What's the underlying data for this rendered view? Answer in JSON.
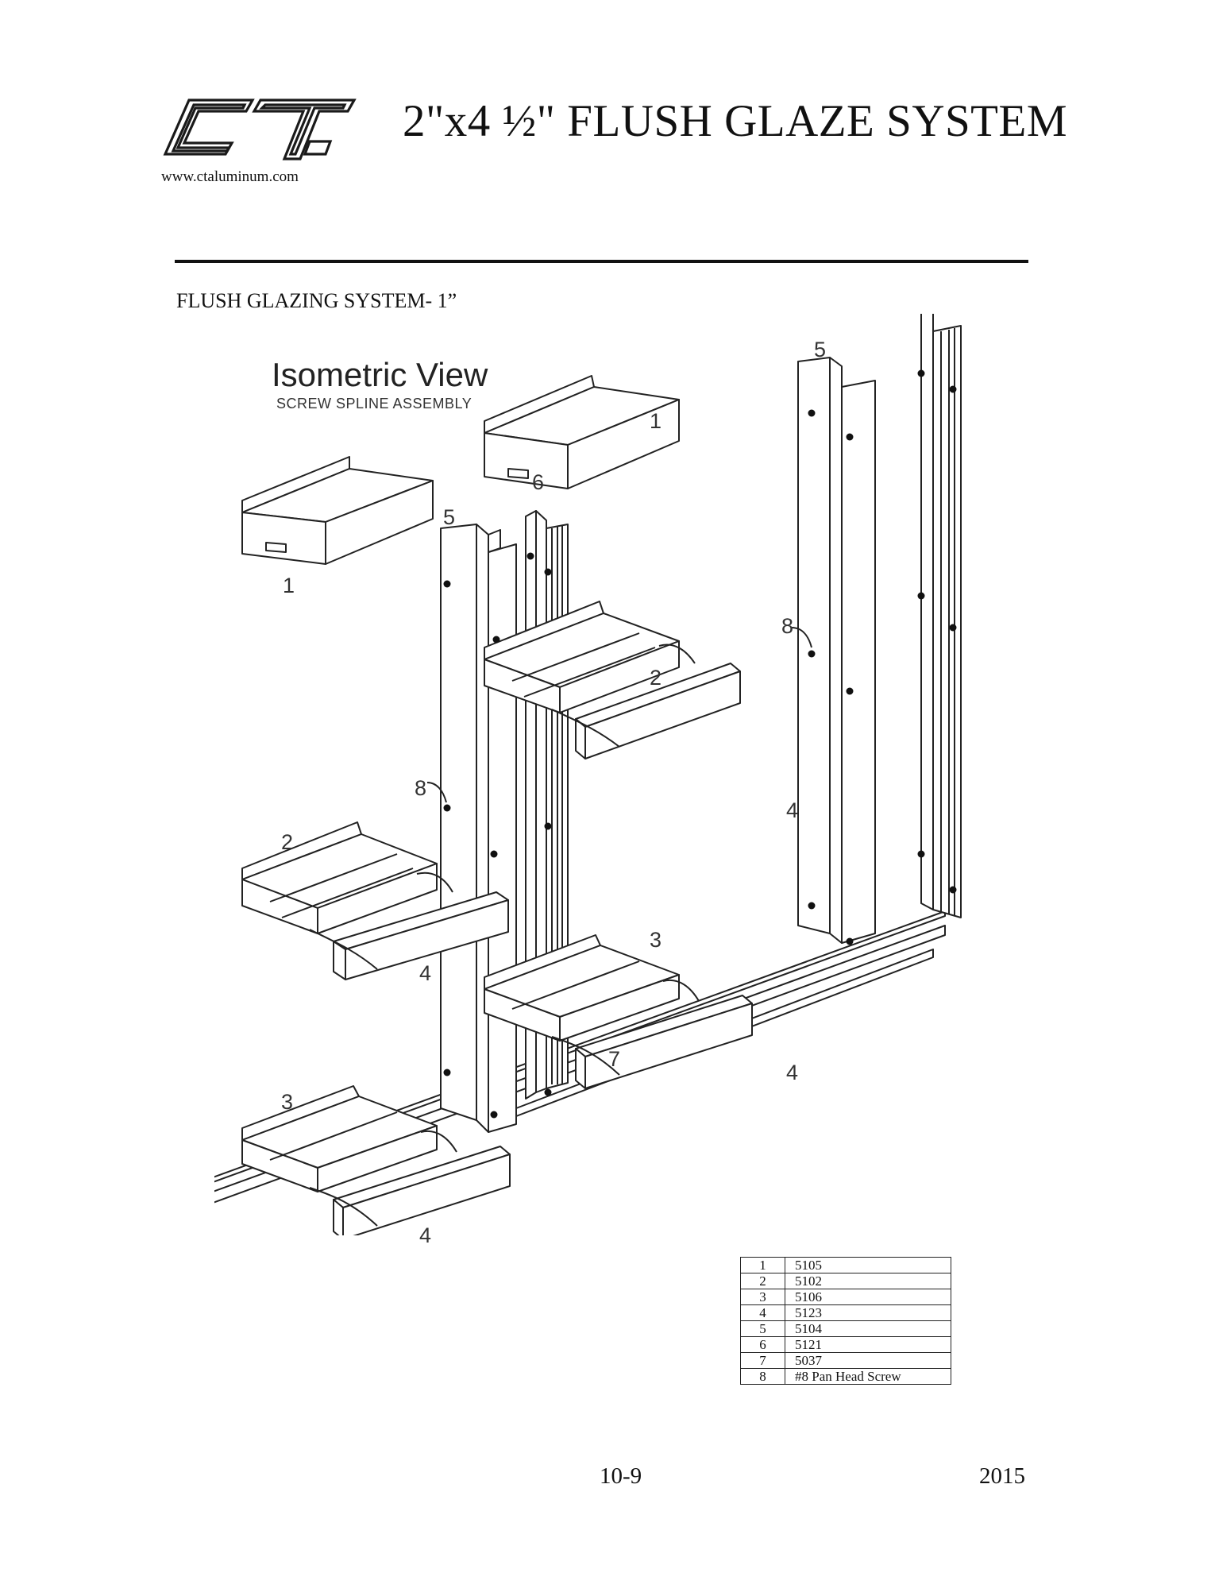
{
  "header": {
    "logo_text": "CT",
    "website": "www.ctaluminum.com",
    "title": "2\"x4 ½\" FLUSH GLAZE SYSTEM"
  },
  "section": {
    "subtitle": "FLUSH GLAZING SYSTEM- 1”"
  },
  "drawing": {
    "view_title": "Isometric View",
    "view_subtitle": "SCREW SPLINE ASSEMBLY",
    "callouts": [
      {
        "id": "c1-left",
        "label": "1"
      },
      {
        "id": "c5-left",
        "label": "5"
      },
      {
        "id": "c6",
        "label": "6"
      },
      {
        "id": "c8-left",
        "label": "8"
      },
      {
        "id": "c2-left",
        "label": "2"
      },
      {
        "id": "c4-left-mid",
        "label": "4"
      },
      {
        "id": "c3-left",
        "label": "3"
      },
      {
        "id": "c4-left-bot",
        "label": "4"
      },
      {
        "id": "c5-right",
        "label": "5"
      },
      {
        "id": "c1-right",
        "label": "1"
      },
      {
        "id": "c8-right",
        "label": "8"
      },
      {
        "id": "c2-right",
        "label": "2"
      },
      {
        "id": "c4-right-mid",
        "label": "4"
      },
      {
        "id": "c3-right",
        "label": "3"
      },
      {
        "id": "c7",
        "label": "7"
      },
      {
        "id": "c4-right-bot",
        "label": "4"
      }
    ]
  },
  "parts_table": {
    "rows": [
      {
        "num": "1",
        "code": "5105"
      },
      {
        "num": "2",
        "code": "5102"
      },
      {
        "num": "3",
        "code": "5106"
      },
      {
        "num": "4",
        "code": "5123"
      },
      {
        "num": "5",
        "code": "5104"
      },
      {
        "num": "6",
        "code": "5121"
      },
      {
        "num": "7",
        "code": "5037"
      },
      {
        "num": "8",
        "code": "#8 Pan Head Screw"
      }
    ]
  },
  "footer": {
    "page": "10-9",
    "year": "2015"
  }
}
